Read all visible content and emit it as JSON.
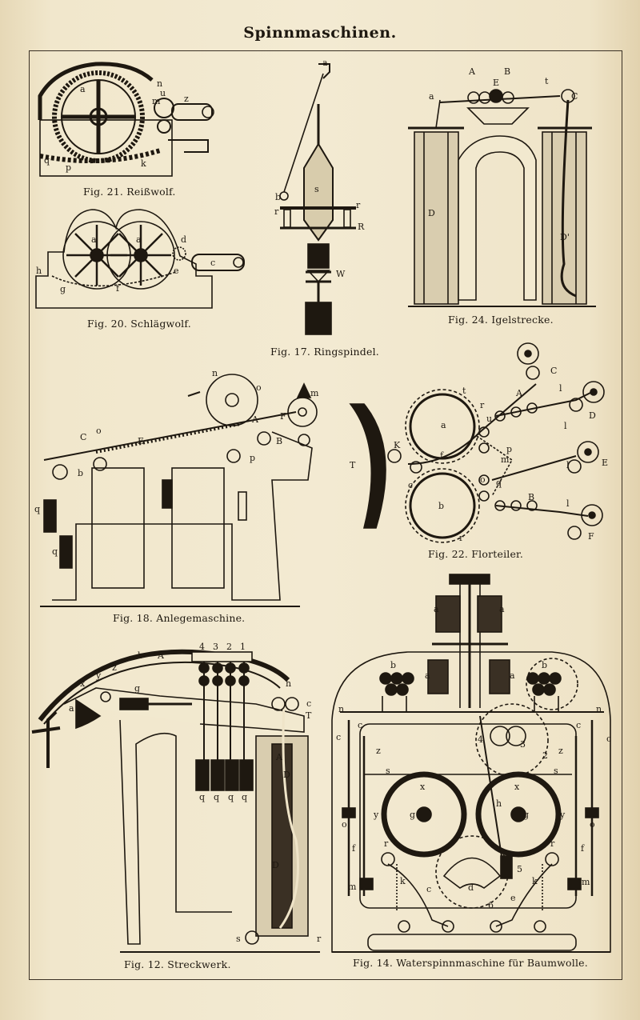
{
  "page": {
    "title": "Spinnmaschinen.",
    "captions": {
      "fig21": "Fig. 21.  Reißwolf.",
      "fig20": "Fig. 20.  Schlägwolf.",
      "fig17": "Fig. 17.  Ringspindel.",
      "fig24": "Fig. 24.  Igelstrecke.",
      "fig18": "Fig. 18.  Anlegemaschine.",
      "fig22": "Fig. 22.  Florteiler.",
      "fig12": "Fig. 12.  Streckwerk.",
      "fig14": "Fig. 14.  Waterspinnmaschine für Baumwolle."
    }
  },
  "colors": {
    "paper": "#efe4c8",
    "ink": "#1e1810"
  }
}
